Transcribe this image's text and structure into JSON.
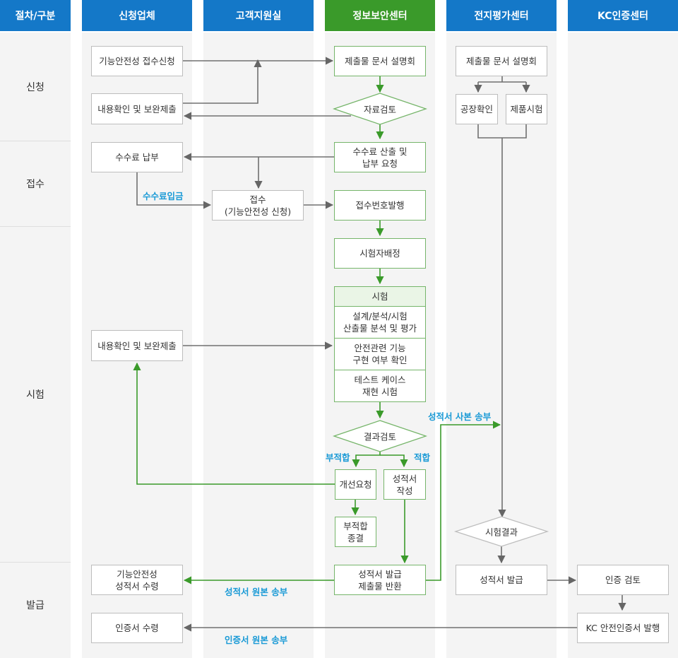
{
  "headers": {
    "procedure": "절차/구분",
    "applicant": "신청업체",
    "support": "고객지원실",
    "security": "정보보안센터",
    "evaluation": "전지평가센터",
    "kc": "KC인증센터"
  },
  "rows": {
    "apply": "신청",
    "receive": "접수",
    "test": "시험",
    "issue": "발급"
  },
  "boxes": {
    "apply_request": "기능안전성 접수신청",
    "confirm_submit_1": "내용확인 및 보완제출",
    "fee_payment": "수수료 납부",
    "confirm_submit_2": "내용확인 및 보완제출",
    "cert_receive": "기능안전성\n성적서 수령",
    "certificate_receive": "인증서 수령",
    "reception": "접수\n(기능안전성 신청)",
    "doc_briefing": "제출물 문서 설명회",
    "fee_calc": "수수료 산출 및\n납부 요청",
    "reception_no": "접수번호발행",
    "tester_assign": "시험자배정",
    "test_header": "시험",
    "test_design": "설계/분석/시험\n산출물 분석 및 평가",
    "test_safety": "안전관련 기능\n구현 여부 확인",
    "test_case": "테스트 케이스\n재현 시험",
    "improve_request": "개선요청",
    "report_write": "성적서\n작성",
    "fail_end": "부적합\n종결",
    "report_issue_return": "성적서 발급\n제출물 반환",
    "eval_briefing": "제출물 문서 설명회",
    "factory_check": "공장확인",
    "product_test": "제품시험",
    "eval_report_issue": "성적서 발급",
    "cert_review": "인증 검토",
    "kc_issue": "KC 안전인증서 발행"
  },
  "decisions": {
    "data_review": "자료검토",
    "result_review": "결과검토",
    "test_result": "시험결과"
  },
  "labels": {
    "fee_deposit": "수수료입금",
    "copy_send": "성적서 사본 송부",
    "fail": "부적합",
    "pass": "적합",
    "original_send": "성적서 원본 송부",
    "cert_original_send": "인증서 원본 송부"
  },
  "colors": {
    "header_blue": "#1478c8",
    "header_green": "#3a9a2a",
    "arrow_gray": "#666666",
    "arrow_green": "#3a9a2a",
    "label_blue": "#1a9ad6"
  }
}
